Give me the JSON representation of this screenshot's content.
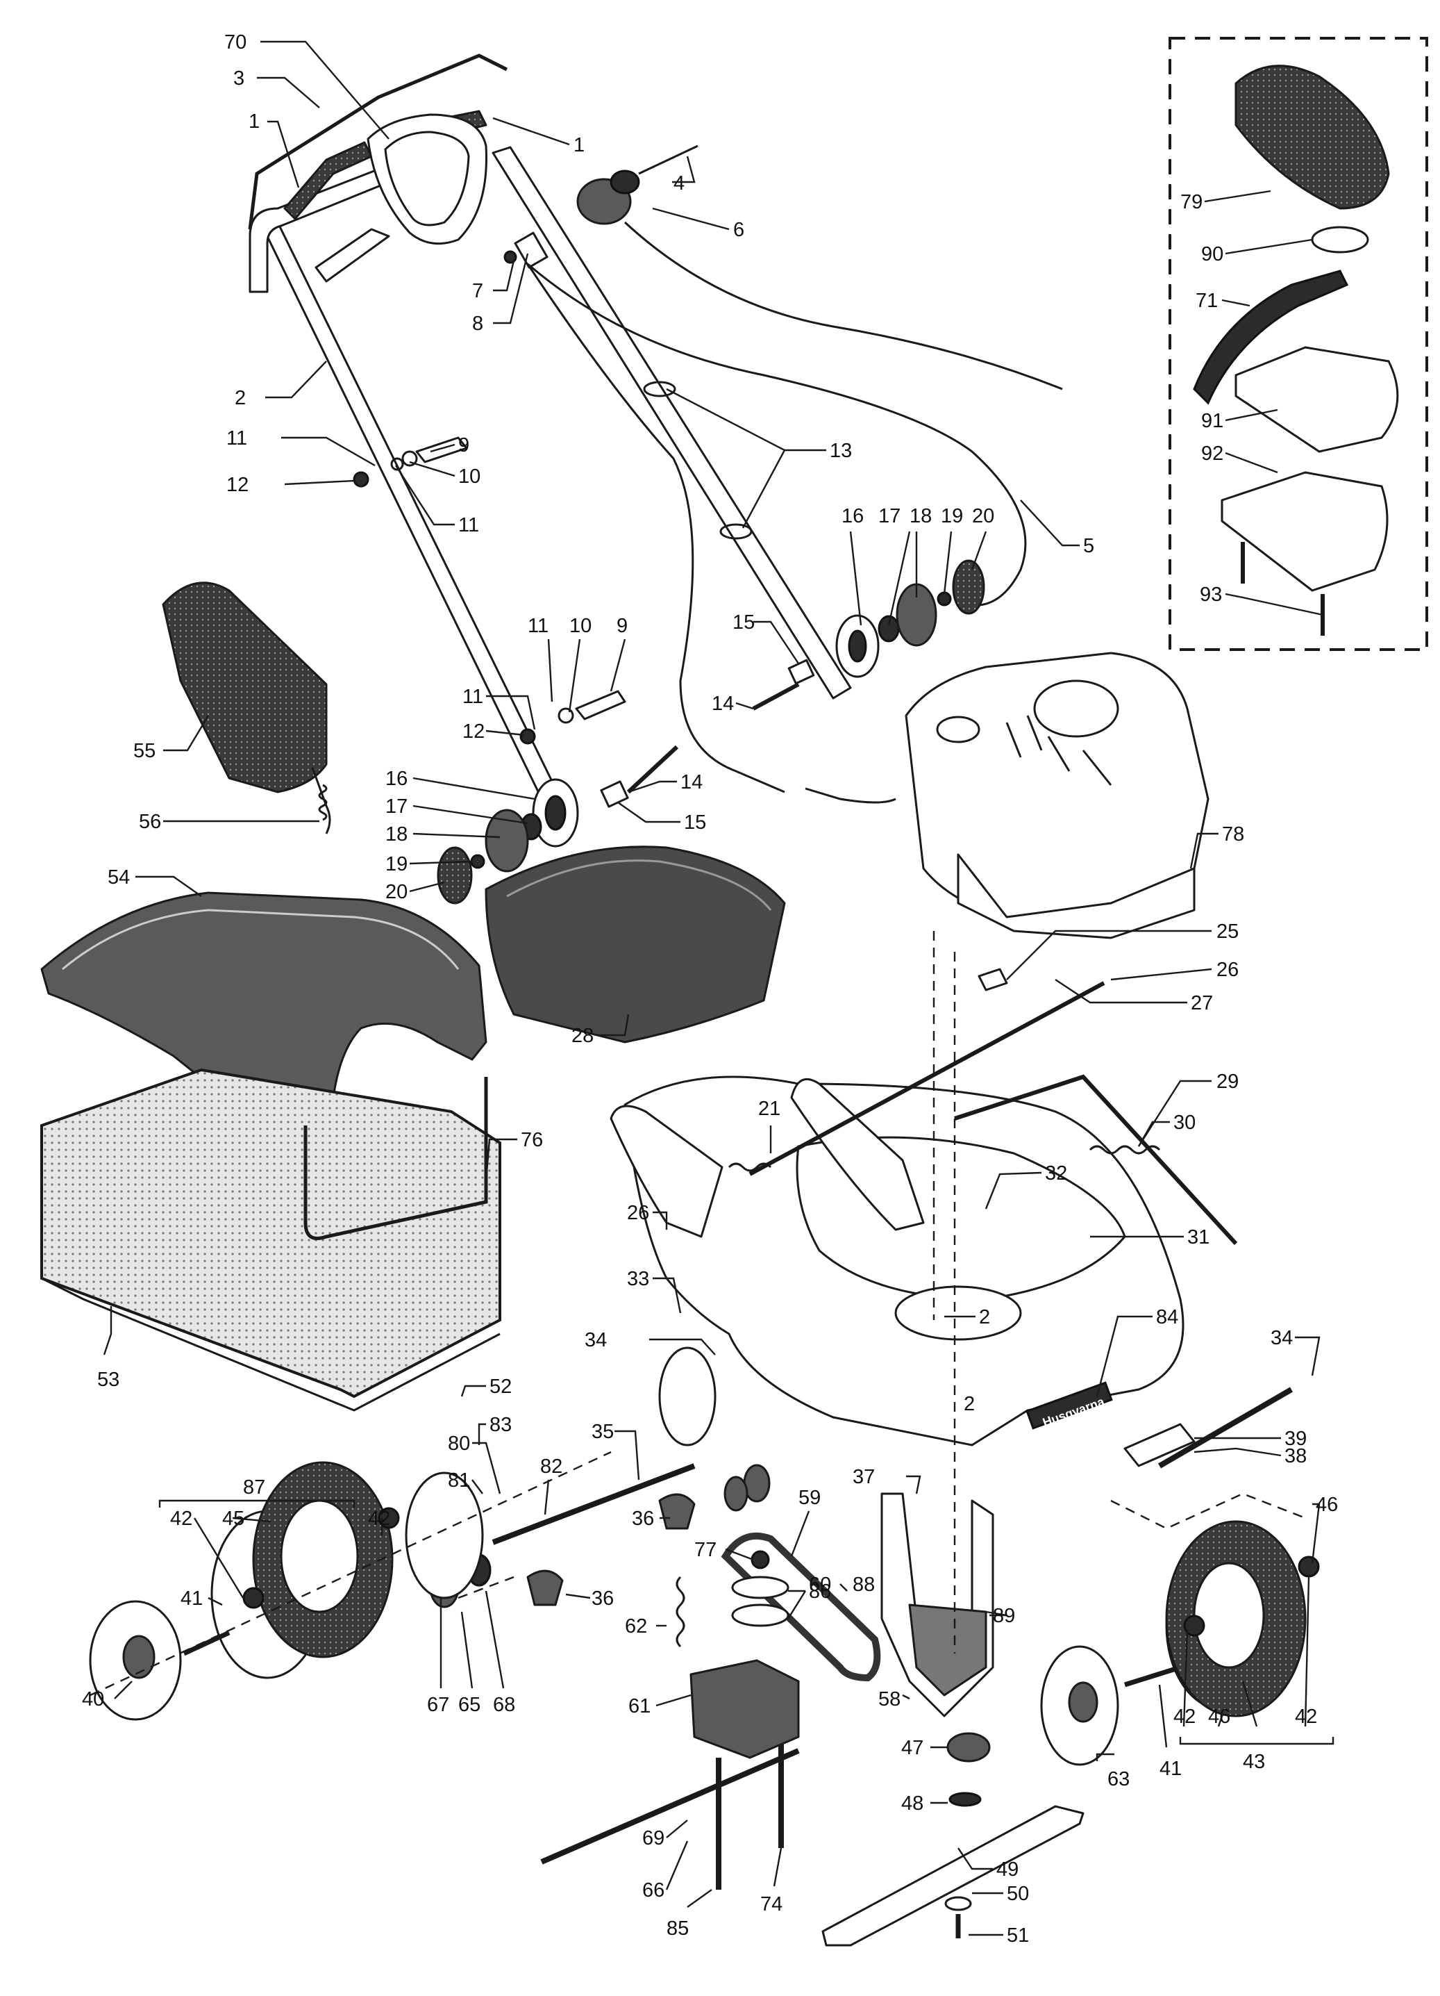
{
  "diagram": {
    "brand_label": "Husqvarna",
    "callouts": [
      {
        "id": "c70",
        "text": "70"
      },
      {
        "id": "c3",
        "text": "3"
      },
      {
        "id": "c1a",
        "text": "1"
      },
      {
        "id": "c1b",
        "text": "1"
      },
      {
        "id": "c4",
        "text": "4"
      },
      {
        "id": "c6",
        "text": "6"
      },
      {
        "id": "c7",
        "text": "7"
      },
      {
        "id": "c8",
        "text": "8"
      },
      {
        "id": "c2a",
        "text": "2"
      },
      {
        "id": "c9a",
        "text": "9"
      },
      {
        "id": "c10a",
        "text": "10"
      },
      {
        "id": "c11a",
        "text": "11"
      },
      {
        "id": "c12a",
        "text": "12"
      },
      {
        "id": "c11b",
        "text": "11"
      },
      {
        "id": "c13",
        "text": "13"
      },
      {
        "id": "c5",
        "text": "5"
      },
      {
        "id": "c16a",
        "text": "16"
      },
      {
        "id": "c17a",
        "text": "17"
      },
      {
        "id": "c18a",
        "text": "18"
      },
      {
        "id": "c19a",
        "text": "19"
      },
      {
        "id": "c20a",
        "text": "20"
      },
      {
        "id": "c15a",
        "text": "15"
      },
      {
        "id": "c14a",
        "text": "14"
      },
      {
        "id": "c11c",
        "text": "11"
      },
      {
        "id": "c10b",
        "text": "10"
      },
      {
        "id": "c9b",
        "text": "9"
      },
      {
        "id": "c11d",
        "text": "11"
      },
      {
        "id": "c12b",
        "text": "12"
      },
      {
        "id": "c14b",
        "text": "14"
      },
      {
        "id": "c15b",
        "text": "15"
      },
      {
        "id": "c16b",
        "text": "16"
      },
      {
        "id": "c17b",
        "text": "17"
      },
      {
        "id": "c18b",
        "text": "18"
      },
      {
        "id": "c19b",
        "text": "19"
      },
      {
        "id": "c20b",
        "text": "20"
      },
      {
        "id": "c55",
        "text": "55"
      },
      {
        "id": "c56",
        "text": "56"
      },
      {
        "id": "c54",
        "text": "54"
      },
      {
        "id": "c78",
        "text": "78"
      },
      {
        "id": "c79",
        "text": "79"
      },
      {
        "id": "c90",
        "text": "90"
      },
      {
        "id": "c71",
        "text": "71"
      },
      {
        "id": "c91",
        "text": "91"
      },
      {
        "id": "c92",
        "text": "92"
      },
      {
        "id": "c93",
        "text": "93"
      },
      {
        "id": "c25",
        "text": "25"
      },
      {
        "id": "c26a",
        "text": "26"
      },
      {
        "id": "c27",
        "text": "27"
      },
      {
        "id": "c28",
        "text": "28"
      },
      {
        "id": "c29",
        "text": "29"
      },
      {
        "id": "c30",
        "text": "30"
      },
      {
        "id": "c21",
        "text": "21"
      },
      {
        "id": "c76",
        "text": "76"
      },
      {
        "id": "c26b",
        "text": "26"
      },
      {
        "id": "c32",
        "text": "32"
      },
      {
        "id": "c31",
        "text": "31"
      },
      {
        "id": "c33",
        "text": "33"
      },
      {
        "id": "c2b",
        "text": "2"
      },
      {
        "id": "c2c",
        "text": "2"
      },
      {
        "id": "c34a",
        "text": "34"
      },
      {
        "id": "c84",
        "text": "84"
      },
      {
        "id": "c34b",
        "text": "34"
      },
      {
        "id": "c53",
        "text": "53"
      },
      {
        "id": "c52",
        "text": "52"
      },
      {
        "id": "c83",
        "text": "83"
      },
      {
        "id": "c35",
        "text": "35"
      },
      {
        "id": "c39",
        "text": "39"
      },
      {
        "id": "c80",
        "text": "80"
      },
      {
        "id": "c81",
        "text": "81"
      },
      {
        "id": "c82",
        "text": "82"
      },
      {
        "id": "c37",
        "text": "37"
      },
      {
        "id": "c38",
        "text": "38"
      },
      {
        "id": "c87",
        "text": "87"
      },
      {
        "id": "c42a",
        "text": "42"
      },
      {
        "id": "c45",
        "text": "45"
      },
      {
        "id": "c42b",
        "text": "42"
      },
      {
        "id": "c36a",
        "text": "36"
      },
      {
        "id": "c59",
        "text": "59"
      },
      {
        "id": "c60",
        "text": "60"
      },
      {
        "id": "c88",
        "text": "88"
      },
      {
        "id": "c89",
        "text": "89"
      },
      {
        "id": "c46a",
        "text": "46"
      },
      {
        "id": "c40",
        "text": "40"
      },
      {
        "id": "c41a",
        "text": "41"
      },
      {
        "id": "c36b",
        "text": "36"
      },
      {
        "id": "c77",
        "text": "77"
      },
      {
        "id": "c62",
        "text": "62"
      },
      {
        "id": "c86",
        "text": "86"
      },
      {
        "id": "c58",
        "text": "58"
      },
      {
        "id": "c67",
        "text": "67"
      },
      {
        "id": "c65",
        "text": "65"
      },
      {
        "id": "c68",
        "text": "68"
      },
      {
        "id": "c61",
        "text": "61"
      },
      {
        "id": "c47",
        "text": "47"
      },
      {
        "id": "c48",
        "text": "48"
      },
      {
        "id": "c63",
        "text": "63"
      },
      {
        "id": "c41b",
        "text": "41"
      },
      {
        "id": "c42c",
        "text": "42"
      },
      {
        "id": "c46b",
        "text": "46"
      },
      {
        "id": "c42d",
        "text": "42"
      },
      {
        "id": "c43",
        "text": "43"
      },
      {
        "id": "c69",
        "text": "69"
      },
      {
        "id": "c66",
        "text": "66"
      },
      {
        "id": "c74",
        "text": "74"
      },
      {
        "id": "c49",
        "text": "49"
      },
      {
        "id": "c85",
        "text": "85"
      },
      {
        "id": "c50",
        "text": "50"
      },
      {
        "id": "c51",
        "text": "51"
      }
    ]
  }
}
